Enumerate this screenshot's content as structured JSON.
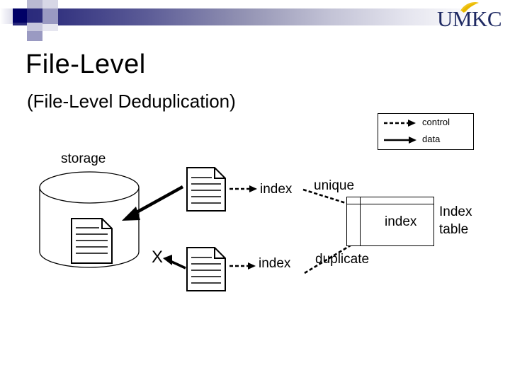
{
  "slide": {
    "title": "File-Level",
    "subtitle": "(File-Level Deduplication)",
    "brand": {
      "logo_text": "UMKC",
      "band_color": "#26267a",
      "logo_color": "#1f2a63",
      "flame_color": "#f0c419"
    }
  },
  "legend": {
    "items": [
      {
        "style": "dashed",
        "label": "control"
      },
      {
        "style": "solid",
        "label": "data"
      }
    ]
  },
  "diagram": {
    "storage_label": "storage",
    "index_label_top": "index",
    "index_label_bottom": "index",
    "unique_label": "unique",
    "duplicate_label": "duplicate",
    "index_table_cell": "index",
    "index_table_caption_line1": "Index",
    "index_table_caption_line2": "table",
    "discard_mark": "X",
    "stroke_color": "#000000",
    "fill_color": "#ffffff"
  }
}
